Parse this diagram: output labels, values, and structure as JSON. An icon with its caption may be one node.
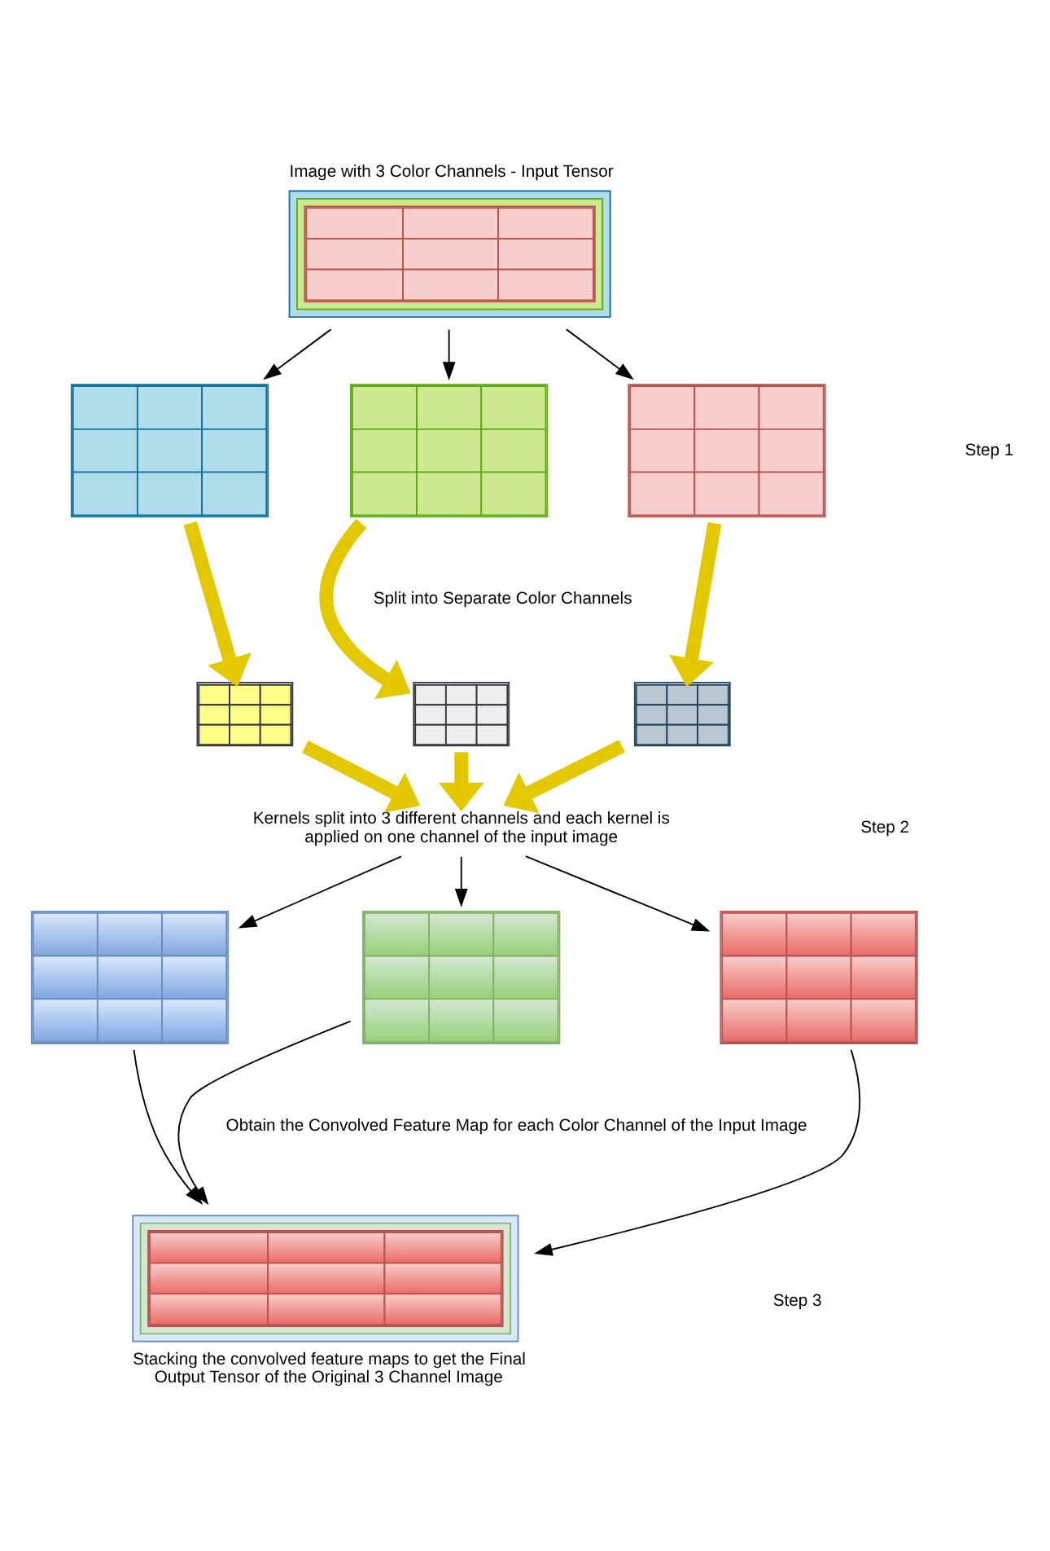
{
  "diagram": {
    "nodes": [
      {
        "text": [
          "Image with 3 Color Channels - Input Tensor"
        ]
      },
      {
        "text": [],
        "shape": "box"
      },
      {
        "text": [],
        "shape": "box"
      },
      {
        "text": [],
        "shape": "box"
      },
      {
        "text": [],
        "shape": "box"
      },
      {
        "text": [],
        "shape": "box"
      },
      {
        "text": [],
        "shape": "box"
      },
      {
        "text": [
          "Kernels split into 3 different channels and each kernel is applied on one channel of the input image"
        ]
      },
      {
        "text": [],
        "shape": "box"
      },
      {
        "text": [],
        "shape": "box"
      },
      {
        "text": [],
        "shape": "box"
      },
      {
        "text": [
          "Stacking the convolved feature maps to get the Final Output Tensor of the Original 3 Channel Image"
        ]
      }
    ],
    "edges": [
      {
        "from": 0,
        "to": 1,
        "arrow": "to"
      },
      {
        "from": 0,
        "to": 2,
        "arrow": "to"
      },
      {
        "from": 0,
        "to": 3,
        "arrow": "to"
      },
      {
        "from": 1,
        "to": 4,
        "arrow": "to",
        "style": "thick",
        "color": "#e3c800"
      },
      {
        "from": 2,
        "to": 5,
        "arrow": "to",
        "style": "thick",
        "color": "#e3c800"
      },
      {
        "from": 3,
        "to": 6,
        "arrow": "to",
        "style": "thick",
        "color": "#e3c800"
      },
      {
        "from": 4,
        "to": 7,
        "arrow": "to",
        "style": "thick",
        "color": "#e3c800"
      },
      {
        "from": 5,
        "to": 7,
        "arrow": "to",
        "style": "thick",
        "color": "#e3c800"
      },
      {
        "from": 6,
        "to": 7,
        "arrow": "to",
        "style": "thick",
        "color": "#e3c800"
      },
      {
        "from": 7,
        "to": 8,
        "arrow": "to"
      },
      {
        "from": 7,
        "to": 9,
        "arrow": "to"
      },
      {
        "from": 7,
        "to": 10,
        "arrow": "to"
      },
      {
        "from": 8,
        "to": 11,
        "arrow": "to"
      },
      {
        "from": 9,
        "to": 11,
        "arrow": "to"
      },
      {
        "from": 10,
        "to": 11,
        "arrow": "to"
      }
    ],
    "labels": [
      "Split into Separate Color Channels",
      "Obtain the Convolved Feature Map for each Color Channel of the Input Image",
      "Step 1",
      "Step 2",
      "Step 3"
    ]
  }
}
